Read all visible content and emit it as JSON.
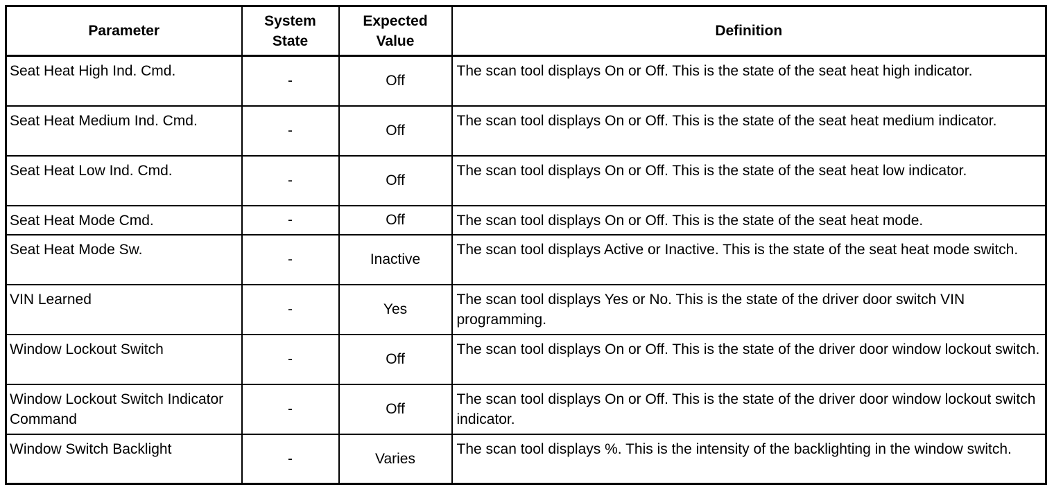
{
  "table": {
    "headers": {
      "parameter": "Parameter",
      "system_state": "System State",
      "expected_value": "Expected Value",
      "definition": "Definition"
    },
    "rows": [
      {
        "parameter": "Seat Heat High Ind. Cmd.",
        "system_state": "-",
        "expected_value": "Off",
        "definition": "The scan tool displays On or Off. This is the state of the seat heat high indicator."
      },
      {
        "parameter": "Seat Heat Medium Ind. Cmd.",
        "system_state": "-",
        "expected_value": "Off",
        "definition": "The scan tool displays On or Off. This is the state of the seat heat medium indicator."
      },
      {
        "parameter": "Seat Heat Low Ind. Cmd.",
        "system_state": "-",
        "expected_value": "Off",
        "definition": "The scan tool displays On or Off. This is the state of the seat heat low indicator."
      },
      {
        "parameter": "Seat Heat Mode Cmd.",
        "system_state": "-",
        "expected_value": "Off",
        "definition": "The scan tool displays On or Off. This is the state of the seat heat mode."
      },
      {
        "parameter": "Seat Heat Mode Sw.",
        "system_state": "-",
        "expected_value": "Inactive",
        "definition": "The scan tool displays Active or Inactive. This is the state of the seat heat mode switch."
      },
      {
        "parameter": "VIN Learned",
        "system_state": "-",
        "expected_value": "Yes",
        "definition": "The scan tool displays Yes or No. This is the state of the driver door switch VIN programming."
      },
      {
        "parameter": "Window Lockout Switch",
        "system_state": "-",
        "expected_value": "Off",
        "definition": "The scan tool displays On or Off. This is the state of the driver door window lockout switch."
      },
      {
        "parameter": "Window Lockout Switch Indicator Command",
        "system_state": "-",
        "expected_value": "Off",
        "definition": "The scan tool displays On or Off. This is the state of the driver door window lockout switch indicator."
      },
      {
        "parameter": "Window Switch Backlight",
        "system_state": "-",
        "expected_value": "Varies",
        "definition": "The scan tool displays %. This is the intensity of the backlighting in the window switch."
      }
    ]
  }
}
